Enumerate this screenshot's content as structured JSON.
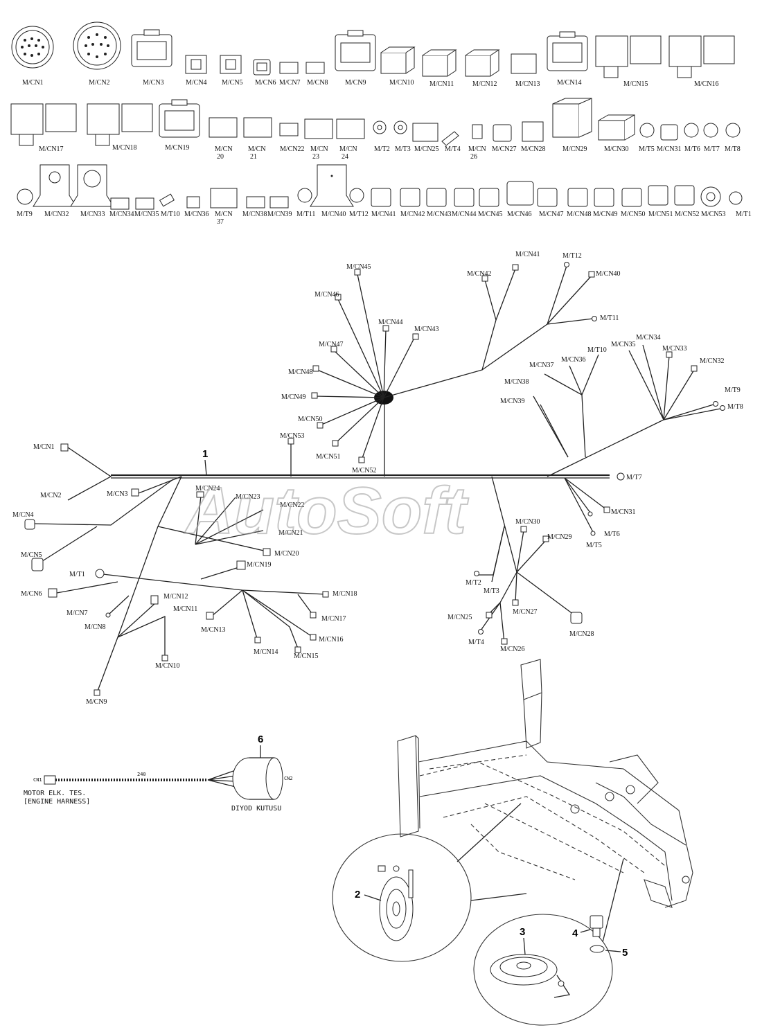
{
  "watermark": "AutoSoft",
  "colors": {
    "line": "#222222",
    "background": "#ffffff",
    "watermark": "#9a9a9a"
  },
  "catalog": {
    "row1": [
      "M/CN1",
      "M/CN2",
      "M/CN3",
      "M/CN4",
      "M/CN5",
      "M/CN6",
      "M/CN7",
      "M/CN8",
      "M/CN9",
      "M/CN10",
      "M/CN11",
      "M/CN12",
      "M/CN13",
      "M/CN14",
      "M/CN15",
      "M/CN16"
    ],
    "row2": [
      "M/CN17",
      "M/CN18",
      "M/CN19",
      "M/CN 20",
      "M/CN 21",
      "M/CN22",
      "M/CN 23",
      "M/CN 24",
      "M/T2",
      "M/T3",
      "M/CN25",
      "M/T4",
      "M/CN 26",
      "M/CN27",
      "M/CN28",
      "M/CN29",
      "M/CN30",
      "M/T5",
      "M/CN31",
      "M/T6",
      "M/T7",
      "M/T8"
    ],
    "row3": [
      "M/T9",
      "M/CN32",
      "M/CN33",
      "M/CN34",
      "M/CN35",
      "M/T10",
      "M/CN36",
      "M/CN 37",
      "M/CN38",
      "M/CN39",
      "M/T11",
      "M/CN40",
      "M/T12",
      "M/CN41",
      "M/CN42",
      "M/CN43",
      "M/CN44",
      "M/CN45",
      "M/CN46",
      "M/CN47",
      "M/CN48",
      "M/CN49",
      "M/CN50",
      "M/CN51",
      "M/CN52",
      "M/CN53",
      "M/T1"
    ]
  },
  "harness": {
    "item_number": "1",
    "labels": [
      "M/CN1",
      "M/CN2",
      "M/CN3",
      "M/CN4",
      "M/CN5",
      "M/CN6",
      "M/T1",
      "M/CN7",
      "M/CN8",
      "M/CN9",
      "M/CN10",
      "M/CN11",
      "M/CN12",
      "M/CN13",
      "M/CN14",
      "M/CN15",
      "M/CN16",
      "M/CN17",
      "M/CN18",
      "M/CN19",
      "M/CN20",
      "M/CN21",
      "M/CN22",
      "M/CN23",
      "M/CN24",
      "M/CN53",
      "M/CN52",
      "M/CN51",
      "M/CN50",
      "M/CN49",
      "M/CN48",
      "M/CN47",
      "M/CN46",
      "M/CN45",
      "M/CN44",
      "M/CN43",
      "M/CN42",
      "M/CN41",
      "M/T12",
      "M/CN40",
      "M/T11",
      "M/CN37",
      "M/CN36",
      "M/T10",
      "M/CN35",
      "M/CN34",
      "M/CN33",
      "M/CN32",
      "M/CN38",
      "M/CN39",
      "M/T9",
      "M/T8",
      "M/T7",
      "M/CN31",
      "M/T6",
      "M/T5",
      "M/CN30",
      "M/CN29",
      "M/T2",
      "M/T3",
      "M/CN27",
      "M/CN25",
      "M/T4",
      "M/CN26",
      "M/CN28"
    ]
  },
  "diode_box": {
    "item_number": "6",
    "cn1_label": "CN1",
    "cn2_label": "CN2",
    "wire_label": "240",
    "harness_label_1": "MOTOR ELK. TES.",
    "harness_label_2": "[ENGINE HARNESS]",
    "box_label": "DIYOD KUTUSU"
  },
  "callouts": {
    "item2": "2",
    "item3": "3",
    "item4": "4",
    "item5": "5"
  }
}
